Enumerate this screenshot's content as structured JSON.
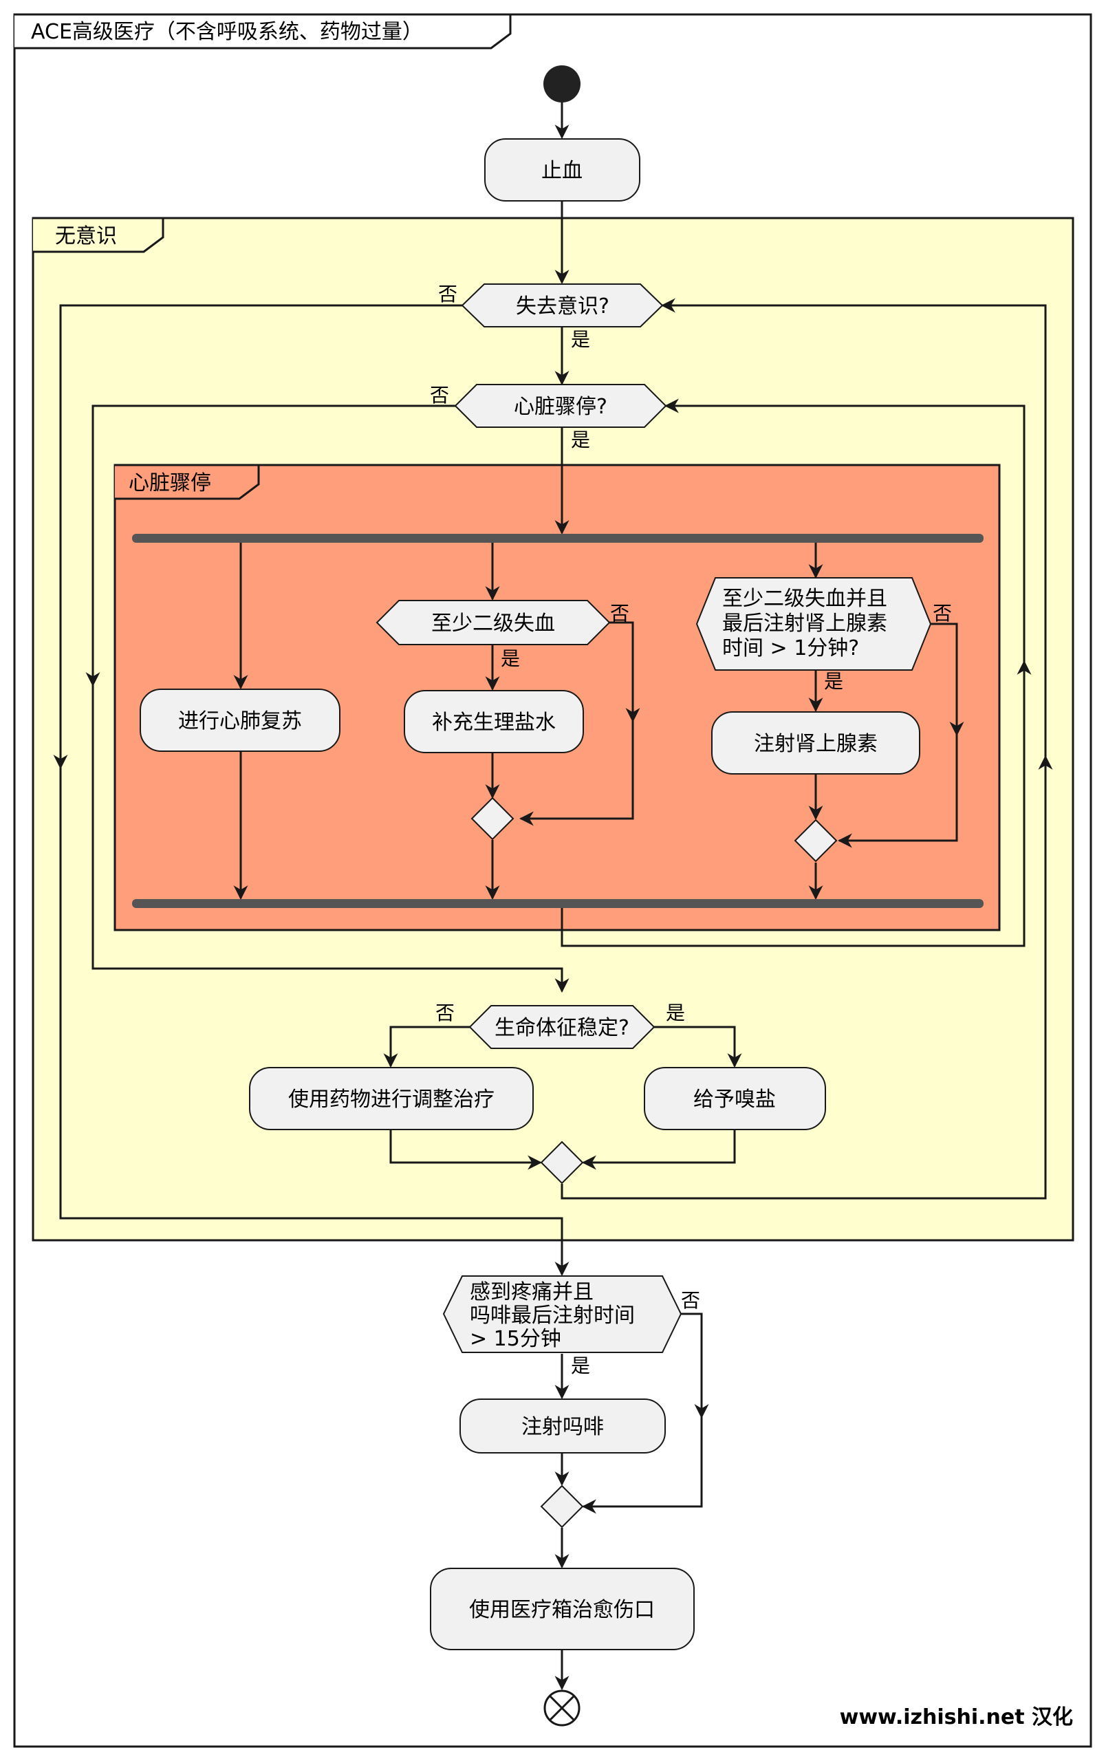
{
  "outer_frame": {
    "title": "ACE高级医疗（不含呼吸系统、药物过量）"
  },
  "unconscious_group": {
    "title": "无意识"
  },
  "cardiac_group": {
    "title": "心脏骤停"
  },
  "nodes": {
    "stop_bleeding": "止血",
    "lost_consciousness": "失去意识?",
    "cardiac_arrest_q": "心脏骤停?",
    "blood_loss_2": "至少二级失血",
    "blood_loss_epi": [
      "至少二级失血并且",
      "最后注射肾上腺素",
      "时间 > 1分钟?"
    ],
    "cpr": "进行心肺复苏",
    "saline": "补充生理盐水",
    "epinephrine": "注射肾上腺素",
    "vitals_stable": "生命体征稳定?",
    "drug_therapy": "使用药物进行调整治疗",
    "smelling_salts": "给予嗅盐",
    "pain_morphine": [
      "感到疼痛并且",
      "吗啡最后注射时间",
      "> 15分钟"
    ],
    "inject_morphine": "注射吗啡",
    "medkit": "使用医疗箱治愈伤口"
  },
  "labels": {
    "yes": "是",
    "no": "否"
  },
  "credit": "www.izhishi.net 汉化",
  "colors": {
    "unconscious_fill": "#fefece",
    "cardiac_fill": "#ff9e7a",
    "node_fill": "#f1f1f1",
    "bar_fill": "#555555"
  }
}
